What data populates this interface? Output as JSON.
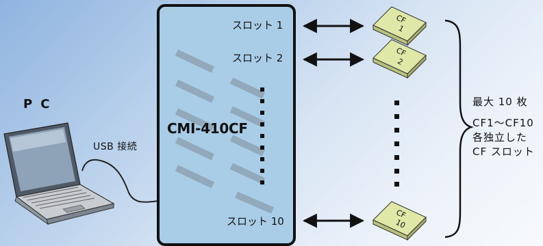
{
  "pc_label": "PC",
  "connection_label": "USB 接続",
  "device_name": "CMI-410CF",
  "slots": [
    {
      "label": "スロット 1",
      "card_lines": [
        "CF",
        "1"
      ]
    },
    {
      "label": "スロット 2",
      "card_lines": [
        "CF",
        "2"
      ]
    },
    {
      "label": "スロット 10",
      "card_lines": [
        "CF",
        "10"
      ]
    }
  ],
  "summary": {
    "title": "最大 10 枚",
    "lines": [
      "CF1～CF10",
      "各独立した",
      "CF スロット"
    ]
  },
  "colors": {
    "device_fill": "#a9cde6",
    "card_fill": "#dfe8a6",
    "slot_stripe": "#8ea2b4",
    "arrow": "#111111"
  }
}
